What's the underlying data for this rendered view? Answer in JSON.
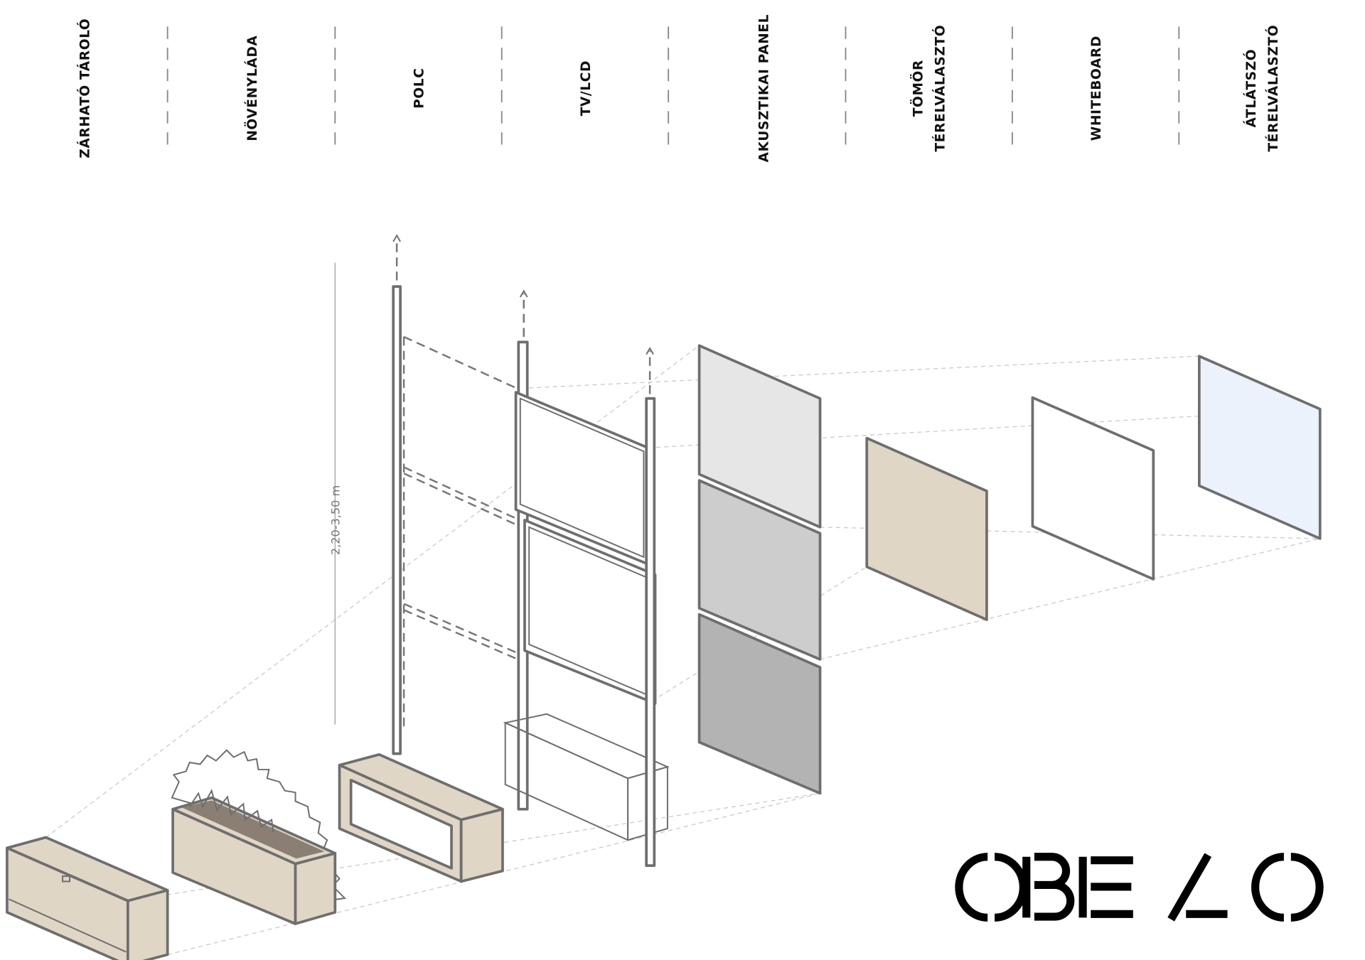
{
  "labels": [
    {
      "lines": [
        "ZÁRHATÓ TÁROLÓ"
      ]
    },
    {
      "lines": [
        "NÖVÉNYLÁDA"
      ]
    },
    {
      "lines": [
        "POLC"
      ]
    },
    {
      "lines": [
        "TV/LCD"
      ]
    },
    {
      "lines": [
        "AKUSZTIKAI PANEL"
      ]
    },
    {
      "lines": [
        "TÖMÖR",
        "TÉRELVÁLASZTÓ"
      ]
    },
    {
      "lines": [
        "WHITEBOARD"
      ]
    },
    {
      "lines": [
        "ÁTLÁTSZÓ",
        "TÉRELVÁLASZTÓ"
      ]
    }
  ],
  "dimension": "2,20-3,50 m",
  "logo": "OBELO",
  "colors": {
    "wood": "#e0d6c6",
    "acoustic_light": "#e6e6e6",
    "acoustic_mid": "#cdcdcd",
    "acoustic_dark": "#b3b3b3",
    "glass": "#ebf2fc",
    "outline": "#6e6e6e"
  }
}
